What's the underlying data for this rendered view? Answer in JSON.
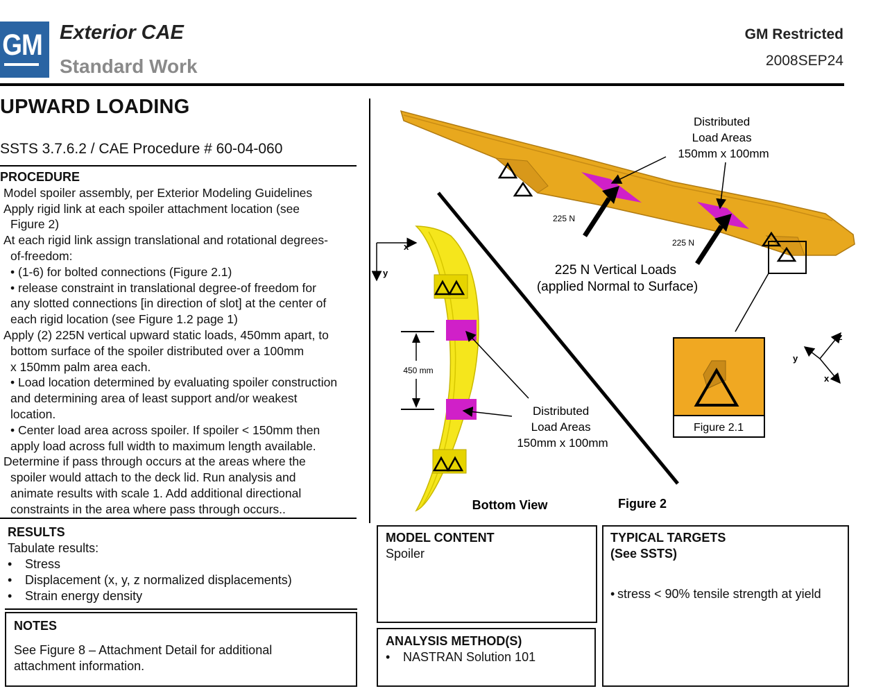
{
  "header": {
    "logo": "GM",
    "title": "Exterior CAE",
    "subtitle": "Standard Work",
    "classification": "GM Restricted",
    "date": "2008SEP24"
  },
  "document": {
    "title": "UPWARD LOADING",
    "reference": "SSTS 3.7.6.2 / CAE Procedure # 60-04-060"
  },
  "procedure": {
    "heading": "PROCEDURE",
    "lines": [
      "Model spoiler assembly, per Exterior Modeling Guidelines",
      "Apply rigid link at each spoiler attachment location (see",
      "Figure 2)",
      "At each rigid link assign translational and rotational degrees-",
      "of-freedom:",
      "• (1-6) for bolted connections (Figure 2.1)",
      "• release constraint in translational degree-of freedom for",
      "any slotted connections [in direction of slot] at the center of",
      "each rigid location (see Figure 1.2 page 1)",
      "Apply (2) 225N vertical upward static loads, 450mm apart, to",
      "bottom surface of the spoiler distributed over a 100mm",
      "x 150mm palm area each.",
      "• Load location determined by evaluating spoiler construction",
      "and determining area of least support and/or weakest",
      "location.",
      "• Center load area across spoiler.  If spoiler < 150mm then",
      "apply load across full width to maximum length available.",
      "Determine if pass through occurs at the areas where the",
      "spoiler would attach to the deck lid. Run analysis and",
      "animate results with scale 1. Add additional directional",
      "constraints in the area where pass through occurs.."
    ]
  },
  "results": {
    "heading": "RESULTS",
    "intro": "Tabulate results:",
    "items": [
      "Stress",
      "Displacement (x, y, z normalized displacements)",
      "Strain energy density"
    ]
  },
  "notes": {
    "heading": "NOTES",
    "lines": [
      "See Figure 8 – Attachment Detail for additional",
      "attachment information."
    ]
  },
  "figure": {
    "dist_load_top": [
      "Distributed",
      "Load Areas",
      "150mm x 100mm"
    ],
    "force_label_1": "225 N",
    "force_label_2": "225 N",
    "vertical_loads": [
      "225 N Vertical Loads",
      "(applied Normal to Surface)"
    ],
    "axis_x": "x",
    "axis_y": "y",
    "axis_z": "z",
    "spacing_label": "450 mm",
    "dist_load_bottom": [
      "Distributed",
      "Load Areas",
      "150mm x 100mm"
    ],
    "bottom_view_label": "Bottom View",
    "figure_label": "Figure 2",
    "inset_label": "Figure 2.1"
  },
  "model_content": {
    "heading": "MODEL CONTENT",
    "value": "Spoiler"
  },
  "analysis": {
    "heading": "ANALYSIS METHOD(S)",
    "items": [
      "NASTRAN Solution 101"
    ]
  },
  "targets": {
    "heading_line1": "TYPICAL TARGETS",
    "heading_line2": "(See SSTS)",
    "items": [
      "stress < 90% tensile strength at yield"
    ]
  },
  "colors": {
    "gm_blue": "#2a64a3",
    "spoiler_orange": "#e8a81e",
    "spoiler_yellow": "#f5e61c",
    "load_magenta": "#d020c8"
  }
}
